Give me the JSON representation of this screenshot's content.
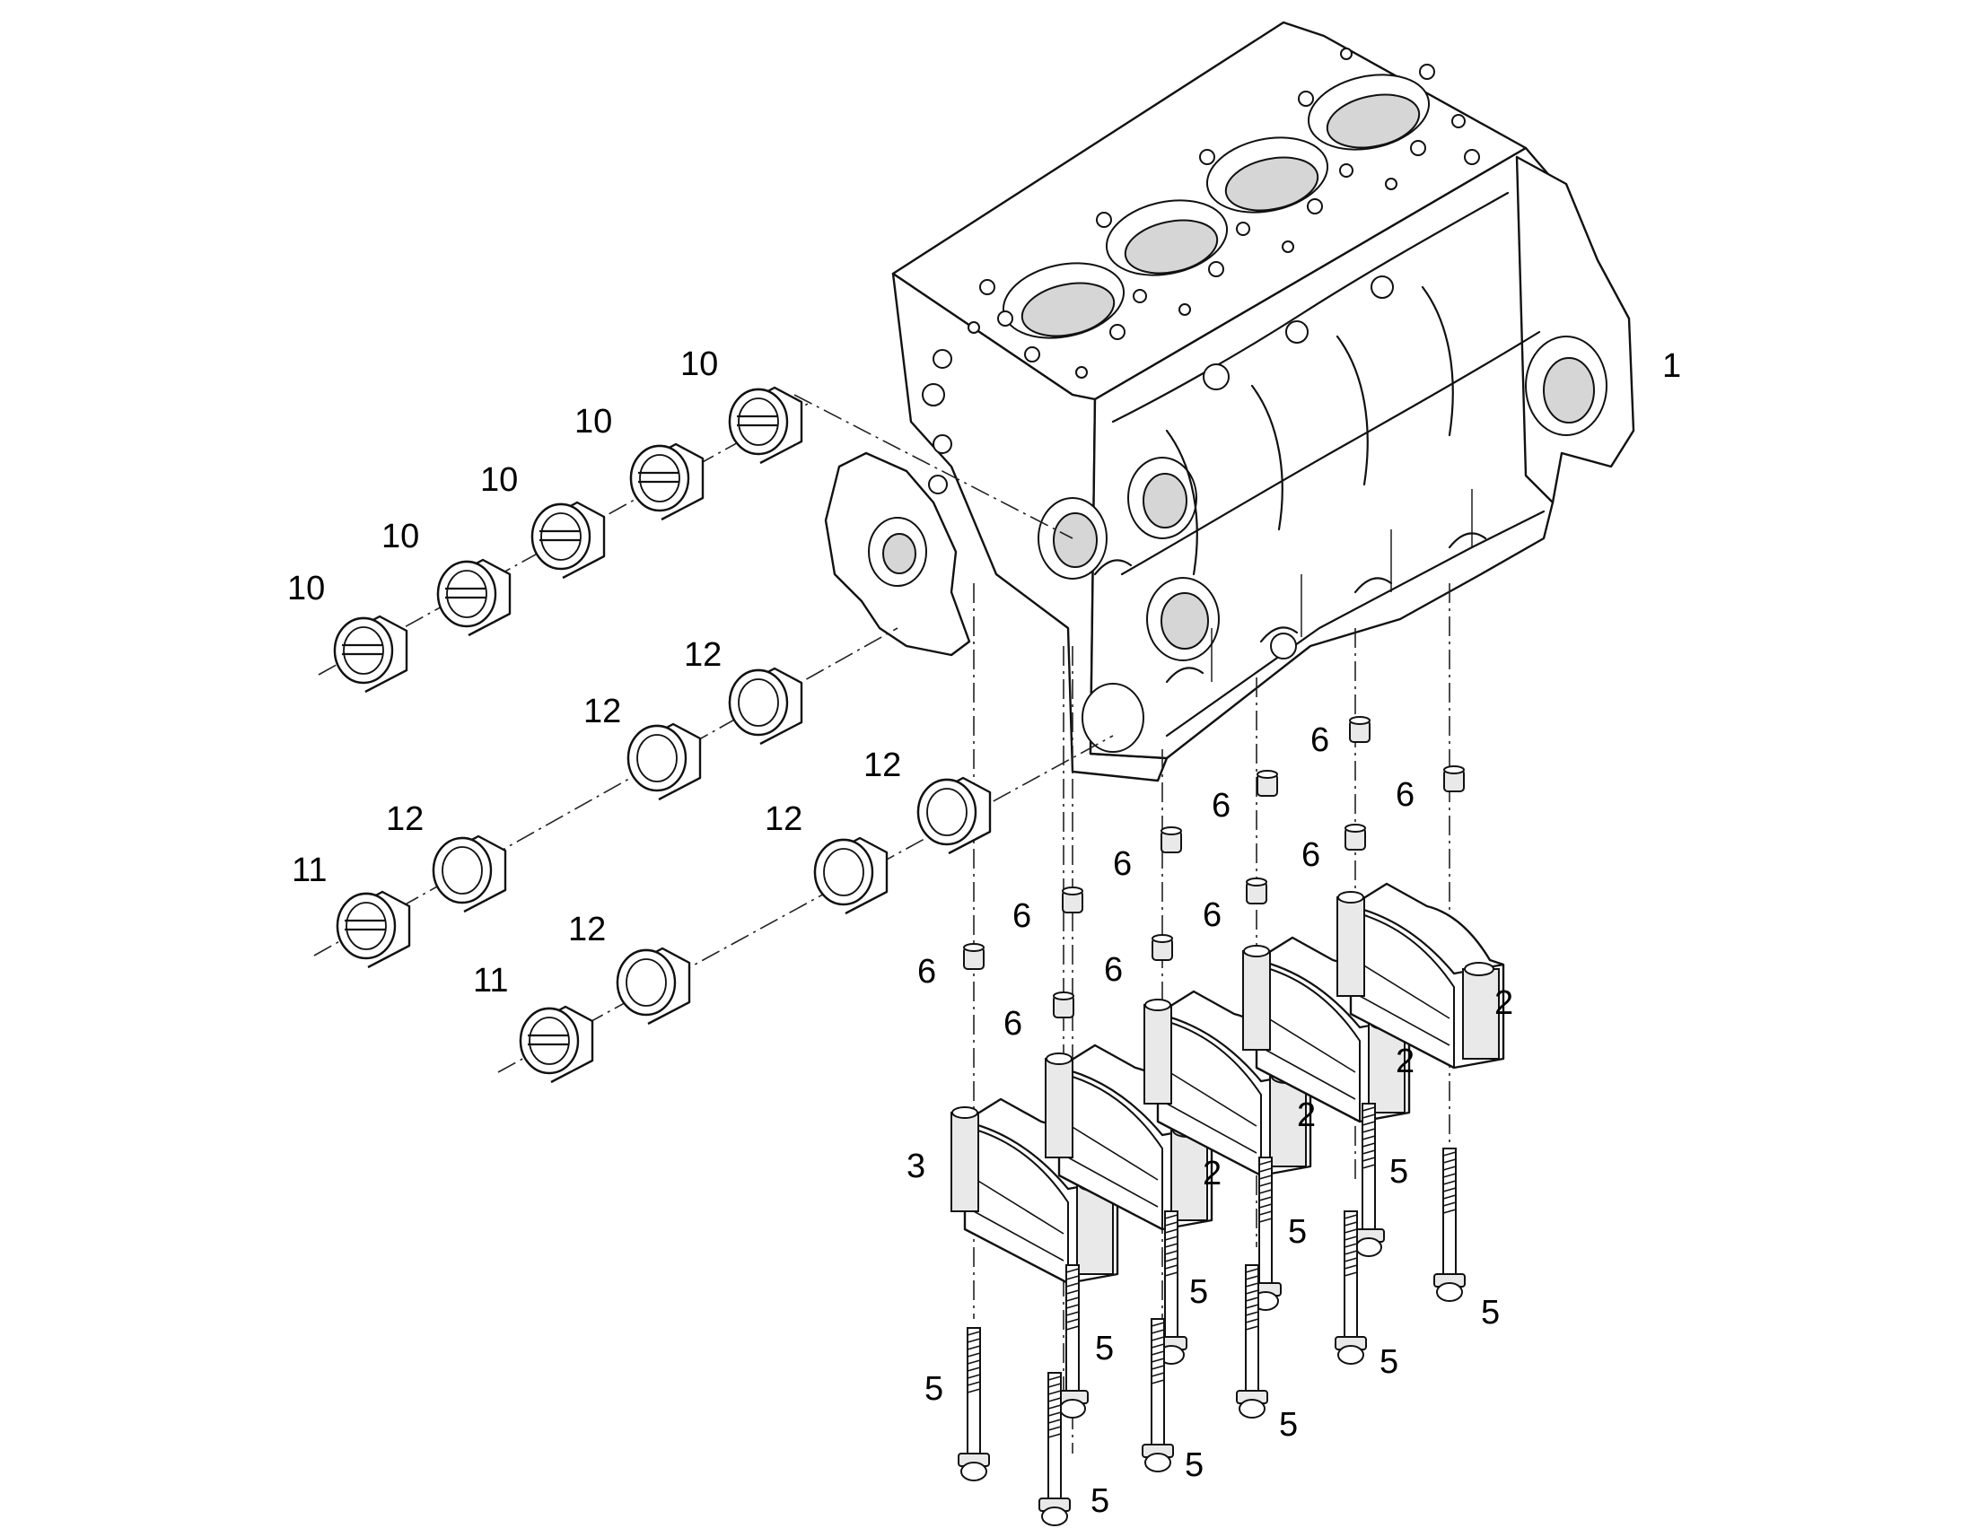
{
  "callouts": {
    "c1": "1",
    "c2a": "2",
    "c2b": "2",
    "c2c": "2",
    "c2d": "2",
    "c3": "3",
    "c5a": "5",
    "c5b": "5",
    "c5c": "5",
    "c5d": "5",
    "c5e": "5",
    "c5f": "5",
    "c5g": "5",
    "c5h": "5",
    "c5i": "5",
    "c5j": "5",
    "c6a": "6",
    "c6b": "6",
    "c6c": "6",
    "c6d": "6",
    "c6e": "6",
    "c6f": "6",
    "c6g": "6",
    "c6h": "6",
    "c6i": "6",
    "c6j": "6",
    "c10a": "10",
    "c10b": "10",
    "c10c": "10",
    "c10d": "10",
    "c10e": "10",
    "c11a": "11",
    "c11b": "11",
    "c12a": "12",
    "c12b": "12",
    "c12c": "12",
    "c12d": "12",
    "c12e": "12",
    "c12f": "12"
  },
  "colors": {
    "line": "#111111",
    "background": "#ffffff",
    "shade": "#e9e9e9"
  }
}
